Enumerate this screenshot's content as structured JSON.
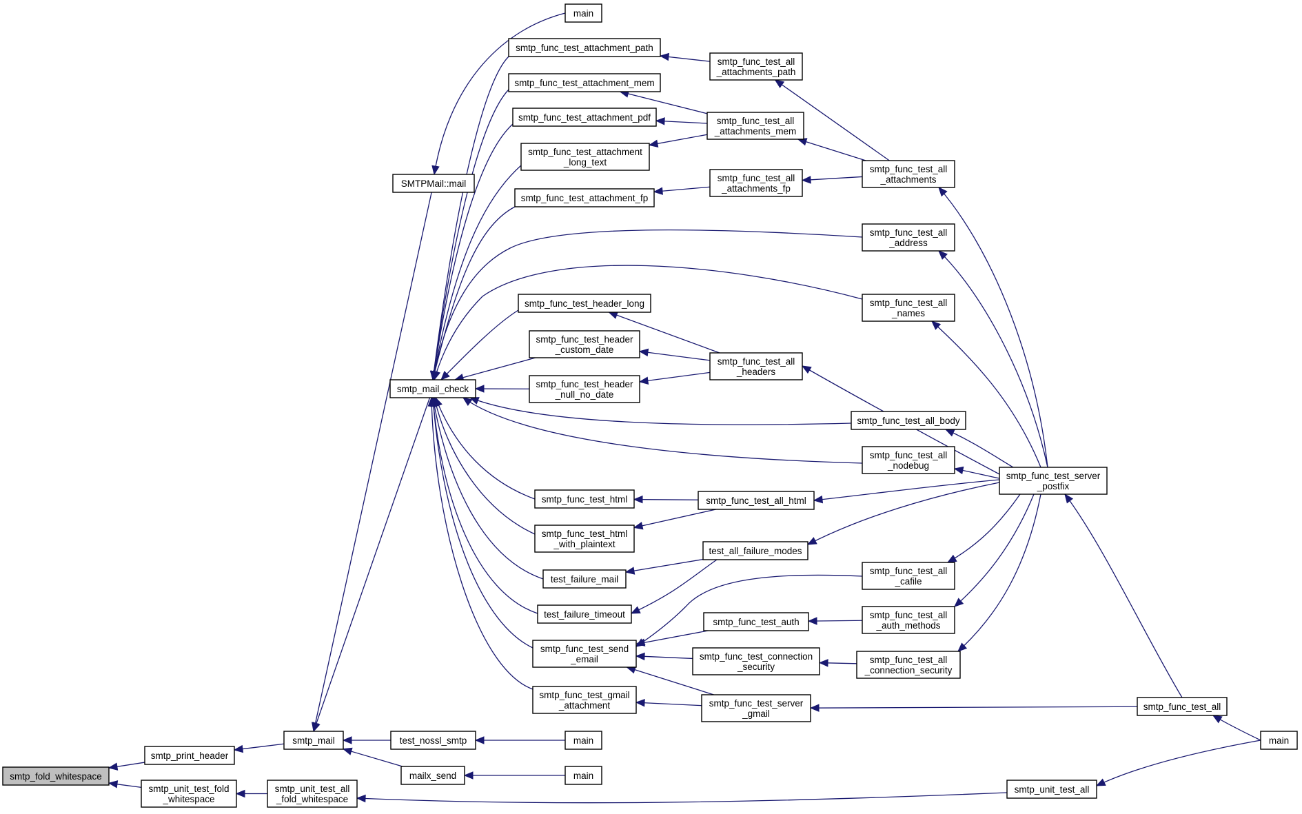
{
  "colors": {
    "edge": "#191970",
    "node_border": "#000000",
    "node_fill": "#ffffff",
    "highlight_fill": "#bfbfbf",
    "background": "#ffffff"
  },
  "nodes": [
    {
      "id": "fold",
      "lines": [
        "smtp_fold_whitespace"
      ],
      "highlight": true
    },
    {
      "id": "print_header",
      "lines": [
        "smtp_print_header"
      ]
    },
    {
      "id": "unit_fold",
      "lines": [
        "smtp_unit_test_fold",
        "_whitespace"
      ]
    },
    {
      "id": "mail",
      "lines": [
        "smtp_mail"
      ]
    },
    {
      "id": "unit_all_fold",
      "lines": [
        "smtp_unit_test_all",
        "_fold_whitespace"
      ]
    },
    {
      "id": "smtpmail_mail",
      "lines": [
        "SMTPMail::mail"
      ]
    },
    {
      "id": "mail_check",
      "lines": [
        "smtp_mail_check"
      ]
    },
    {
      "id": "nossl",
      "lines": [
        "test_nossl_smtp"
      ]
    },
    {
      "id": "mailx_send",
      "lines": [
        "mailx_send"
      ]
    },
    {
      "id": "main_top",
      "lines": [
        "main"
      ]
    },
    {
      "id": "attach_path",
      "lines": [
        "smtp_func_test_attachment_path"
      ]
    },
    {
      "id": "attach_mem",
      "lines": [
        "smtp_func_test_attachment_mem"
      ]
    },
    {
      "id": "attach_pdf",
      "lines": [
        "smtp_func_test_attachment_pdf"
      ]
    },
    {
      "id": "attach_long",
      "lines": [
        "smtp_func_test_attachment",
        "_long_text"
      ]
    },
    {
      "id": "attach_fp",
      "lines": [
        "smtp_func_test_attachment_fp"
      ]
    },
    {
      "id": "header_long",
      "lines": [
        "smtp_func_test_header_long"
      ]
    },
    {
      "id": "header_custom",
      "lines": [
        "smtp_func_test_header",
        "_custom_date"
      ]
    },
    {
      "id": "header_null",
      "lines": [
        "smtp_func_test_header",
        "_null_no_date"
      ]
    },
    {
      "id": "html",
      "lines": [
        "smtp_func_test_html"
      ]
    },
    {
      "id": "html_plain",
      "lines": [
        "smtp_func_test_html",
        "_with_plaintext"
      ]
    },
    {
      "id": "fail_mail",
      "lines": [
        "test_failure_mail"
      ]
    },
    {
      "id": "fail_timeout",
      "lines": [
        "test_failure_timeout"
      ]
    },
    {
      "id": "send_email",
      "lines": [
        "smtp_func_test_send",
        "_email"
      ]
    },
    {
      "id": "gmail_attach",
      "lines": [
        "smtp_func_test_gmail",
        "_attachment"
      ]
    },
    {
      "id": "main_nossl",
      "lines": [
        "main"
      ]
    },
    {
      "id": "main_mailx",
      "lines": [
        "main"
      ]
    },
    {
      "id": "all_att_path",
      "lines": [
        "smtp_func_test_all",
        "_attachments_path"
      ]
    },
    {
      "id": "all_att_mem",
      "lines": [
        "smtp_func_test_all",
        "_attachments_mem"
      ]
    },
    {
      "id": "all_att_fp",
      "lines": [
        "smtp_func_test_all",
        "_attachments_fp"
      ]
    },
    {
      "id": "all_headers",
      "lines": [
        "smtp_func_test_all",
        "_headers"
      ]
    },
    {
      "id": "all_html",
      "lines": [
        "smtp_func_test_all_html"
      ]
    },
    {
      "id": "all_fail",
      "lines": [
        "test_all_failure_modes"
      ]
    },
    {
      "id": "auth",
      "lines": [
        "smtp_func_test_auth"
      ]
    },
    {
      "id": "conn_sec",
      "lines": [
        "smtp_func_test_connection",
        "_security"
      ]
    },
    {
      "id": "server_gmail",
      "lines": [
        "smtp_func_test_server",
        "_gmail"
      ]
    },
    {
      "id": "all_attachments",
      "lines": [
        "smtp_func_test_all",
        "_attachments"
      ]
    },
    {
      "id": "all_address",
      "lines": [
        "smtp_func_test_all",
        "_address"
      ]
    },
    {
      "id": "all_names",
      "lines": [
        "smtp_func_test_all",
        "_names"
      ]
    },
    {
      "id": "all_body",
      "lines": [
        "smtp_func_test_all_body"
      ]
    },
    {
      "id": "all_nodebug",
      "lines": [
        "smtp_func_test_all",
        "_nodebug"
      ]
    },
    {
      "id": "all_cafile",
      "lines": [
        "smtp_func_test_all",
        "_cafile"
      ]
    },
    {
      "id": "all_auth_methods",
      "lines": [
        "smtp_func_test_all",
        "_auth_methods"
      ]
    },
    {
      "id": "all_conn_sec",
      "lines": [
        "smtp_func_test_all",
        "_connection_security"
      ]
    },
    {
      "id": "unit_all",
      "lines": [
        "smtp_unit_test_all"
      ]
    },
    {
      "id": "server_postfix",
      "lines": [
        "smtp_func_test_server",
        "_postfix"
      ]
    },
    {
      "id": "func_all",
      "lines": [
        "smtp_func_test_all"
      ]
    },
    {
      "id": "main_final",
      "lines": [
        "main"
      ]
    }
  ],
  "edges": [
    [
      "print_header",
      "fold"
    ],
    [
      "unit_fold",
      "fold"
    ],
    [
      "mail",
      "print_header"
    ],
    [
      "unit_all_fold",
      "unit_fold"
    ],
    [
      "smtpmail_mail",
      "mail"
    ],
    [
      "mail_check",
      "mail"
    ],
    [
      "nossl",
      "mail"
    ],
    [
      "mailx_send",
      "mail"
    ],
    [
      "unit_all",
      "unit_all_fold"
    ],
    [
      "main_top",
      "smtpmail_mail"
    ],
    [
      "attach_path",
      "mail_check"
    ],
    [
      "attach_mem",
      "mail_check"
    ],
    [
      "attach_pdf",
      "mail_check"
    ],
    [
      "attach_long",
      "mail_check"
    ],
    [
      "attach_fp",
      "mail_check"
    ],
    [
      "all_address",
      "mail_check"
    ],
    [
      "all_names",
      "mail_check"
    ],
    [
      "header_long",
      "mail_check"
    ],
    [
      "header_custom",
      "mail_check"
    ],
    [
      "header_null",
      "mail_check"
    ],
    [
      "all_body",
      "mail_check"
    ],
    [
      "all_nodebug",
      "mail_check"
    ],
    [
      "html",
      "mail_check"
    ],
    [
      "html_plain",
      "mail_check"
    ],
    [
      "fail_mail",
      "mail_check"
    ],
    [
      "fail_timeout",
      "mail_check"
    ],
    [
      "send_email",
      "mail_check"
    ],
    [
      "gmail_attach",
      "mail_check"
    ],
    [
      "main_nossl",
      "nossl"
    ],
    [
      "main_mailx",
      "mailx_send"
    ],
    [
      "all_att_path",
      "attach_path"
    ],
    [
      "all_att_mem",
      "attach_mem"
    ],
    [
      "all_att_mem",
      "attach_pdf"
    ],
    [
      "all_att_mem",
      "attach_long"
    ],
    [
      "all_att_fp",
      "attach_fp"
    ],
    [
      "all_headers",
      "header_long"
    ],
    [
      "all_headers",
      "header_custom"
    ],
    [
      "all_headers",
      "header_null"
    ],
    [
      "all_html",
      "html"
    ],
    [
      "all_html",
      "html_plain"
    ],
    [
      "all_fail",
      "fail_mail"
    ],
    [
      "all_fail",
      "fail_timeout"
    ],
    [
      "all_cafile",
      "send_email"
    ],
    [
      "auth",
      "send_email"
    ],
    [
      "conn_sec",
      "send_email"
    ],
    [
      "server_gmail",
      "send_email"
    ],
    [
      "server_gmail",
      "gmail_attach"
    ],
    [
      "all_attachments",
      "all_att_path"
    ],
    [
      "all_attachments",
      "all_att_mem"
    ],
    [
      "all_attachments",
      "all_att_fp"
    ],
    [
      "all_auth_methods",
      "auth"
    ],
    [
      "all_conn_sec",
      "conn_sec"
    ],
    [
      "func_all",
      "server_gmail"
    ],
    [
      "server_postfix",
      "all_attachments"
    ],
    [
      "server_postfix",
      "all_address"
    ],
    [
      "server_postfix",
      "all_names"
    ],
    [
      "server_postfix",
      "all_headers"
    ],
    [
      "server_postfix",
      "all_body"
    ],
    [
      "server_postfix",
      "all_nodebug"
    ],
    [
      "server_postfix",
      "all_html"
    ],
    [
      "server_postfix",
      "all_fail"
    ],
    [
      "server_postfix",
      "all_cafile"
    ],
    [
      "server_postfix",
      "all_auth_methods"
    ],
    [
      "server_postfix",
      "all_conn_sec"
    ],
    [
      "func_all",
      "server_postfix"
    ],
    [
      "main_final",
      "func_all"
    ],
    [
      "main_final",
      "unit_all"
    ]
  ]
}
